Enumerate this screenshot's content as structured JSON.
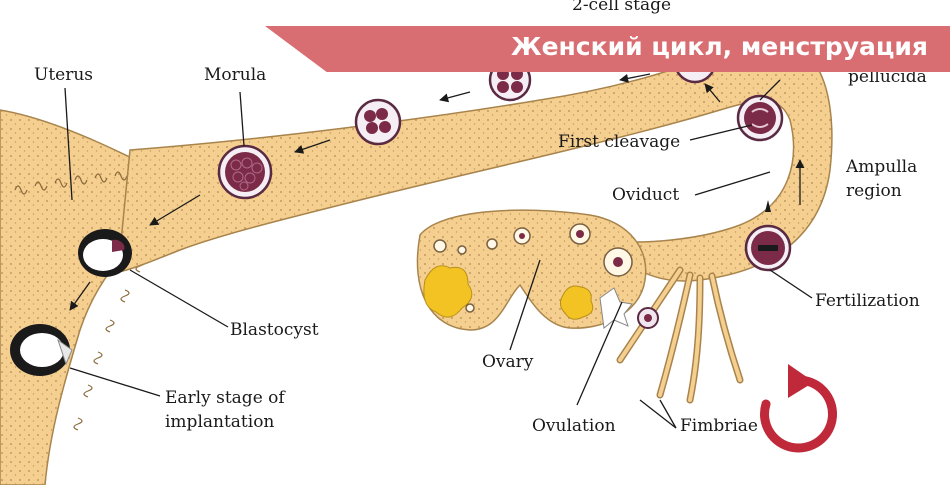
{
  "banner": {
    "title": "Женский цикл, менструация"
  },
  "labels": {
    "uterus": "Uterus",
    "morula": "Morula",
    "two_cell": "2-cell stage",
    "pellucida": "pellucida",
    "first_cleavage": "First cleavage",
    "oviduct": "Oviduct",
    "ampulla_1": "Ampulla",
    "ampulla_2": "region",
    "fertilization": "Fertilization",
    "blastocyst": "Blastocyst",
    "early_1": "Early stage of",
    "early_2": "implantation",
    "ovary": "Ovary",
    "ovulation": "Ovulation",
    "fimbriae": "Fimbriae"
  },
  "colors": {
    "tissue": "#f4cf90",
    "tissue_edge": "#a8844c",
    "cell": "#7b2a48",
    "banner": "#d96e72",
    "replay": "#c0293a"
  },
  "icons": {
    "replay": "replay-arrow-icon"
  }
}
